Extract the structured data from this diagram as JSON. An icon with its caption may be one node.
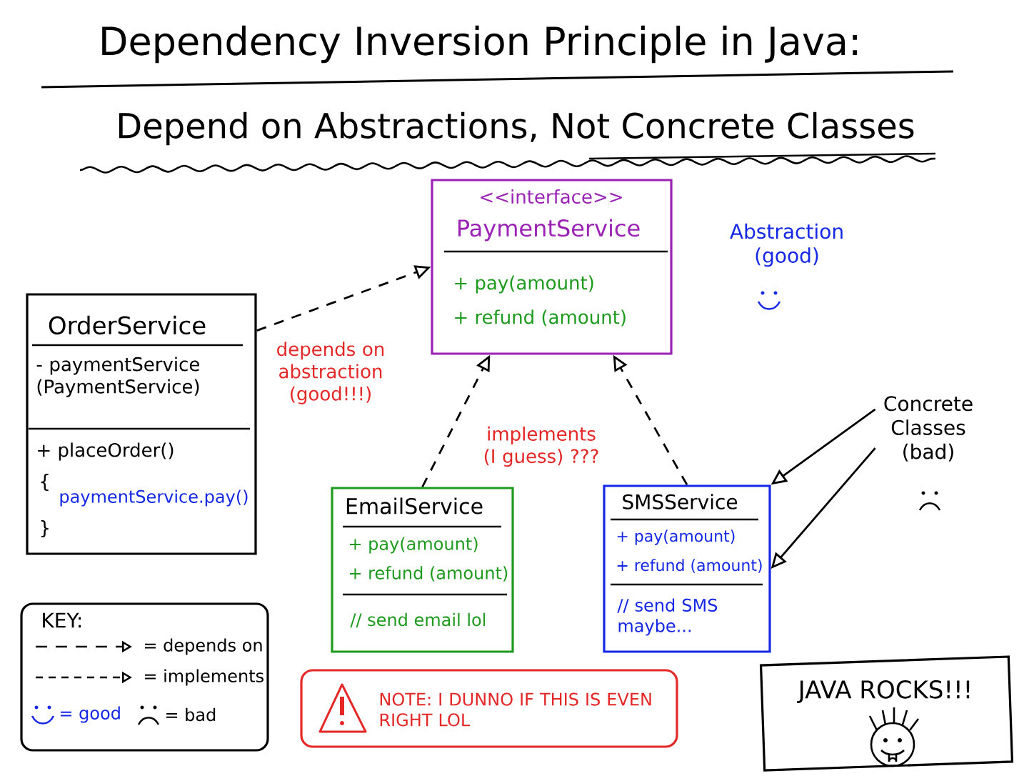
{
  "diagram": {
    "title": "Dependency Inversion Principle in Java:",
    "nodes": [
      {
        "text": [
          "<<interface>>",
          "PaymentService",
          "+ pay(amount)",
          "+ refund (amount)"
        ]
      },
      {
        "text": [
          "OrderService",
          "- paymentService (PaymentService)",
          "+ placeOrder()",
          "{",
          "paymentService.pay()",
          "}"
        ]
      },
      {
        "text": [
          "EmailService",
          "+ pay(amount)",
          "+ refund (amount)",
          "// send email lol"
        ]
      },
      {
        "text": [
          "SMSService",
          "+ pay(amount)",
          "+ refund (amount)",
          "// send SMS maybe..."
        ]
      },
      {
        "text": [
          "Concrete Classes (bad)"
        ]
      },
      {
        "text": [
          "KEY:"
        ]
      },
      {
        "text": [
          "NOTE: I DUNNO IF THIS IS EVEN RIGHT LOL"
        ]
      },
      {
        "text": [
          "JAVA ROCKS!!!"
        ]
      }
    ],
    "edges": [
      {
        "from": 1,
        "to": 0,
        "arrow": "to",
        "style": "dashed",
        "label": "depends on abstraction (good!!!)"
      },
      {
        "from": 2,
        "to": 0,
        "arrow": "to",
        "style": "dashed"
      },
      {
        "from": 3,
        "to": 0,
        "arrow": "to",
        "style": "dashed"
      },
      {
        "from": 4,
        "to": 3,
        "arrow": "to"
      },
      {
        "from": 4,
        "to": 3,
        "arrow": "to"
      }
    ],
    "labels": [
      "Depend on Abstractions, Not Concrete Classes",
      "Abstraction (good)",
      "implements (I guess) ???"
    ],
    "legend": [
      {
        "text": "= depends on"
      },
      {
        "text": "= implements"
      },
      {
        "text": "= good"
      },
      {
        "text": "= bad"
      }
    ]
  }
}
